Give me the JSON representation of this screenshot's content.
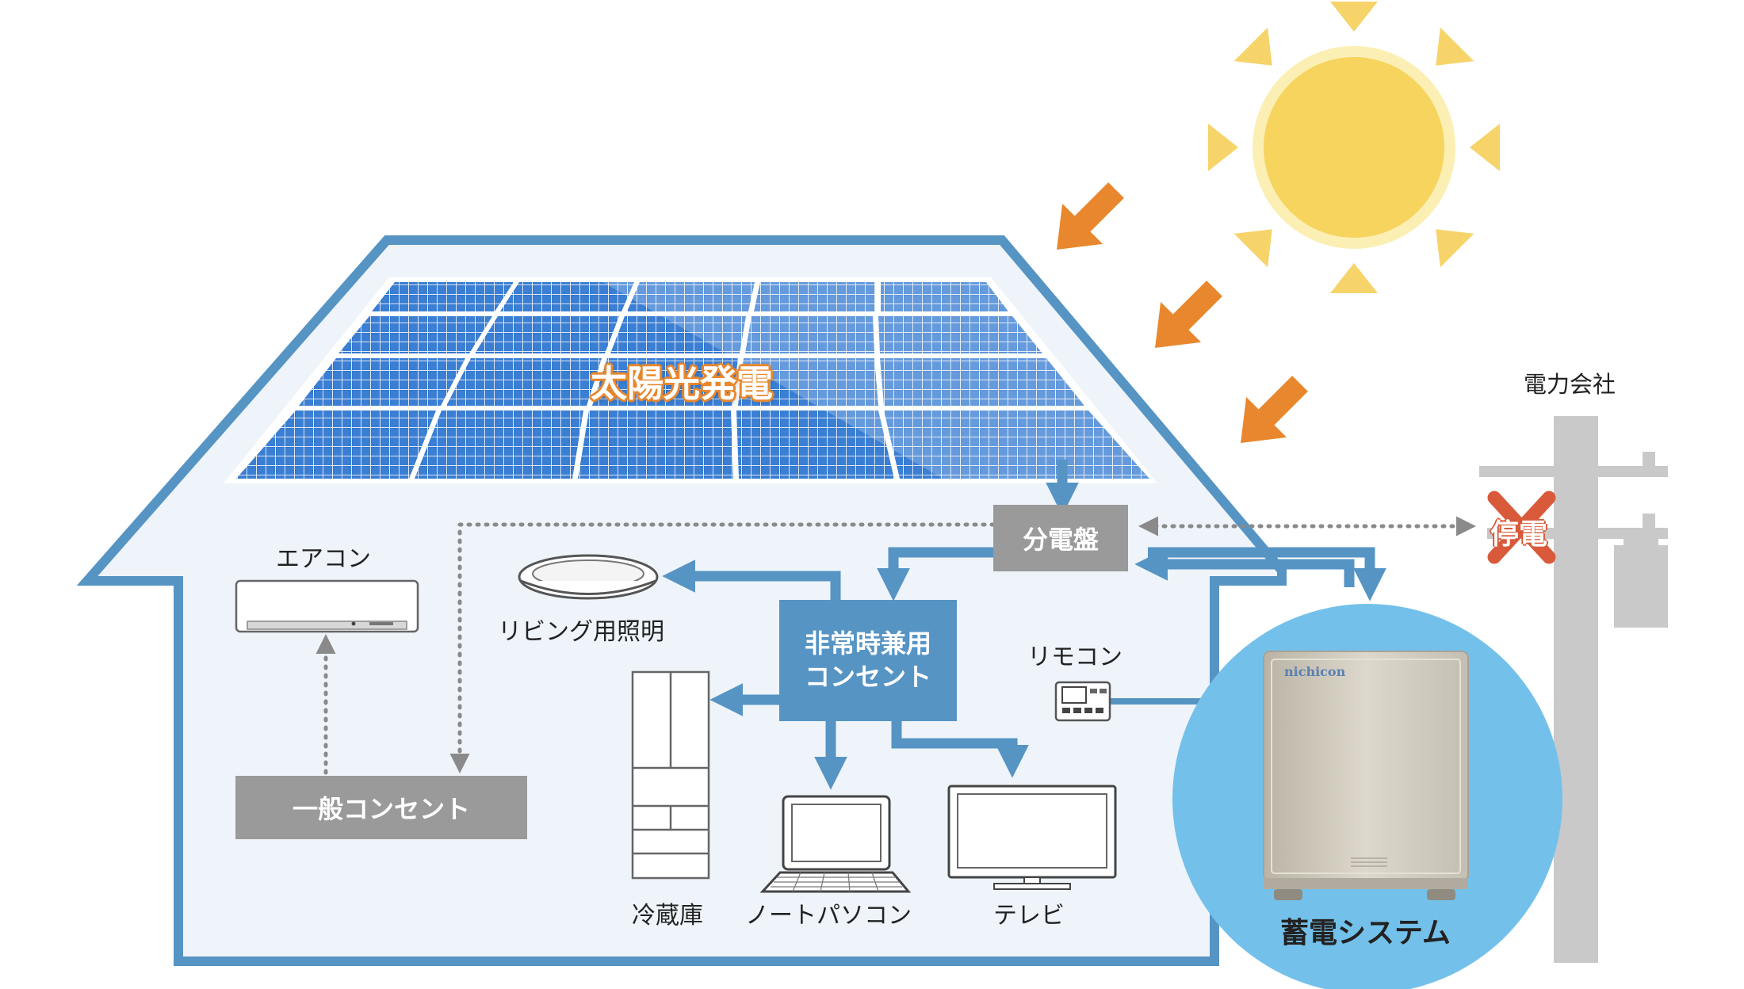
{
  "colors": {
    "house_outline": "#5694c4",
    "house_fill": "#eef4fa",
    "flow_arrow": "#5694c4",
    "sun_ray": "#f6d46a",
    "sun_arrow": "#e8872d",
    "gray_box": "#9a9a9a",
    "battery_circle": "#73c1ea",
    "outage_cross": "#d85a3a"
  },
  "labels": {
    "solar": "太陽光発電",
    "panel_board": "分電盤",
    "emergency_outlet_line1": "非常時兼用",
    "emergency_outlet_line2": "コンセント",
    "general_outlet": "一般コンセント",
    "aircon": "エアコン",
    "living_light": "リビング用照明",
    "fridge": "冷蔵庫",
    "laptop": "ノートパソコン",
    "tv": "テレビ",
    "remote": "リモコン",
    "battery_system": "蓄電システム",
    "battery_brand": "nichicon",
    "power_company": "電力会社",
    "outage": "停電"
  }
}
